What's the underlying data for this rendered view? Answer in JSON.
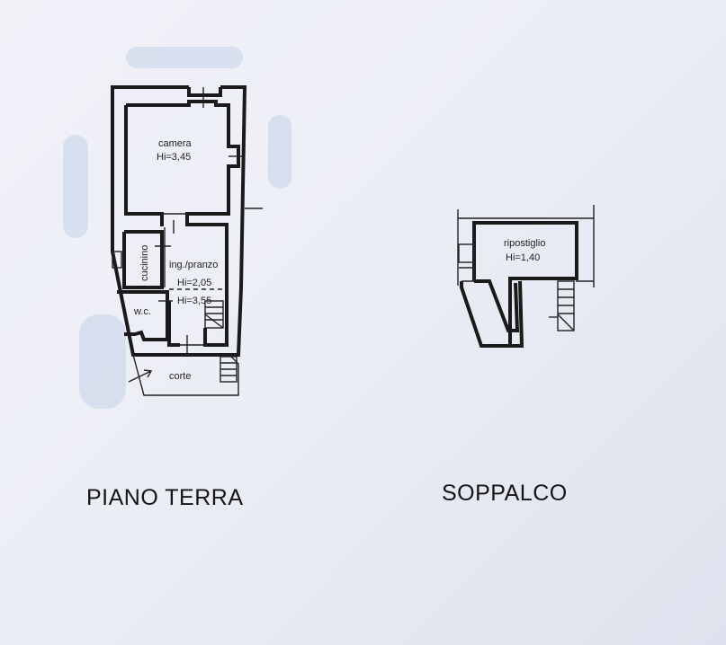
{
  "piano_terra": {
    "title": "PIANO TERRA",
    "rooms": [
      {
        "name": "camera",
        "height": "Hi=3,45"
      },
      {
        "name": "cucinino"
      },
      {
        "name": "ing./pranzo",
        "height_upper": "Hi=2,05",
        "height_lower": "Hi=3,55"
      },
      {
        "name": "w.c."
      },
      {
        "name": "corte"
      }
    ]
  },
  "soppalco": {
    "title": "SOPPALCO",
    "rooms": [
      {
        "name": "ripostiglio",
        "height": "Hi=1,40"
      }
    ]
  }
}
